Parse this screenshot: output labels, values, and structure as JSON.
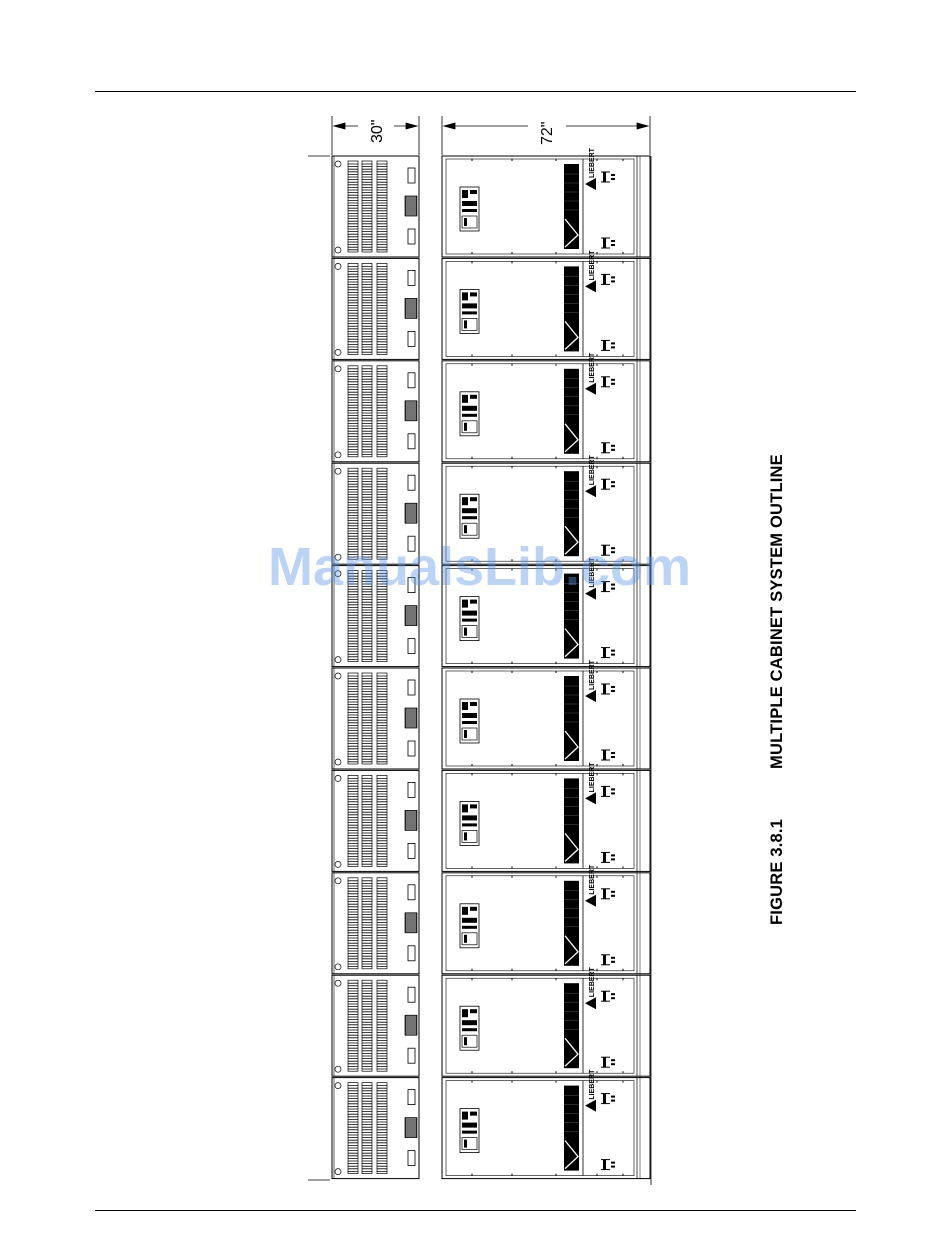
{
  "dimensions": {
    "depth_label": "30\"",
    "length_label": "72\""
  },
  "figure": {
    "number": "FIGURE 3.8.1",
    "title": "MULTIPLE CABINET SYSTEM OUTLINE"
  },
  "diagram": {
    "cabinet_count": 10,
    "logo_text": "LIEBERT"
  },
  "watermark": "ManualsLib.com",
  "colors": {
    "line": "#000000",
    "watermark": "#6096e4"
  }
}
